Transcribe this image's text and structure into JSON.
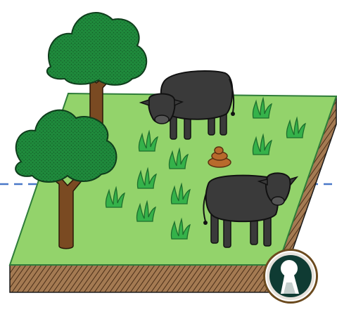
{
  "scene": {
    "elements": [
      "pasture-field",
      "soil-layer",
      "boundary-line",
      "tree",
      "tree",
      "cow",
      "cow",
      "manure-pile",
      "grass-tufts",
      "badge"
    ]
  },
  "colors": {
    "background": "#ffffff",
    "grass": "#93d36b",
    "field_edge": "#2f7d3a",
    "soil": "#a47a52",
    "soil_hatch": "#4a2e17",
    "tree_foliage": "#1f8a3c",
    "tree_foliage_dark": "#145c27",
    "trunk": "#7a4a22",
    "cow_body": "#3a3a3a",
    "cow_outline": "#111111",
    "grass_tuft": "#35b24a",
    "manure": "#b86a2c",
    "boundary_line": "#4a78c8",
    "badge_ring": "#6b4a1e",
    "badge_fill": "#e6e2dc",
    "badge_dark": "#0f3b33"
  },
  "icons": {
    "badge": "keyhole-icon"
  }
}
